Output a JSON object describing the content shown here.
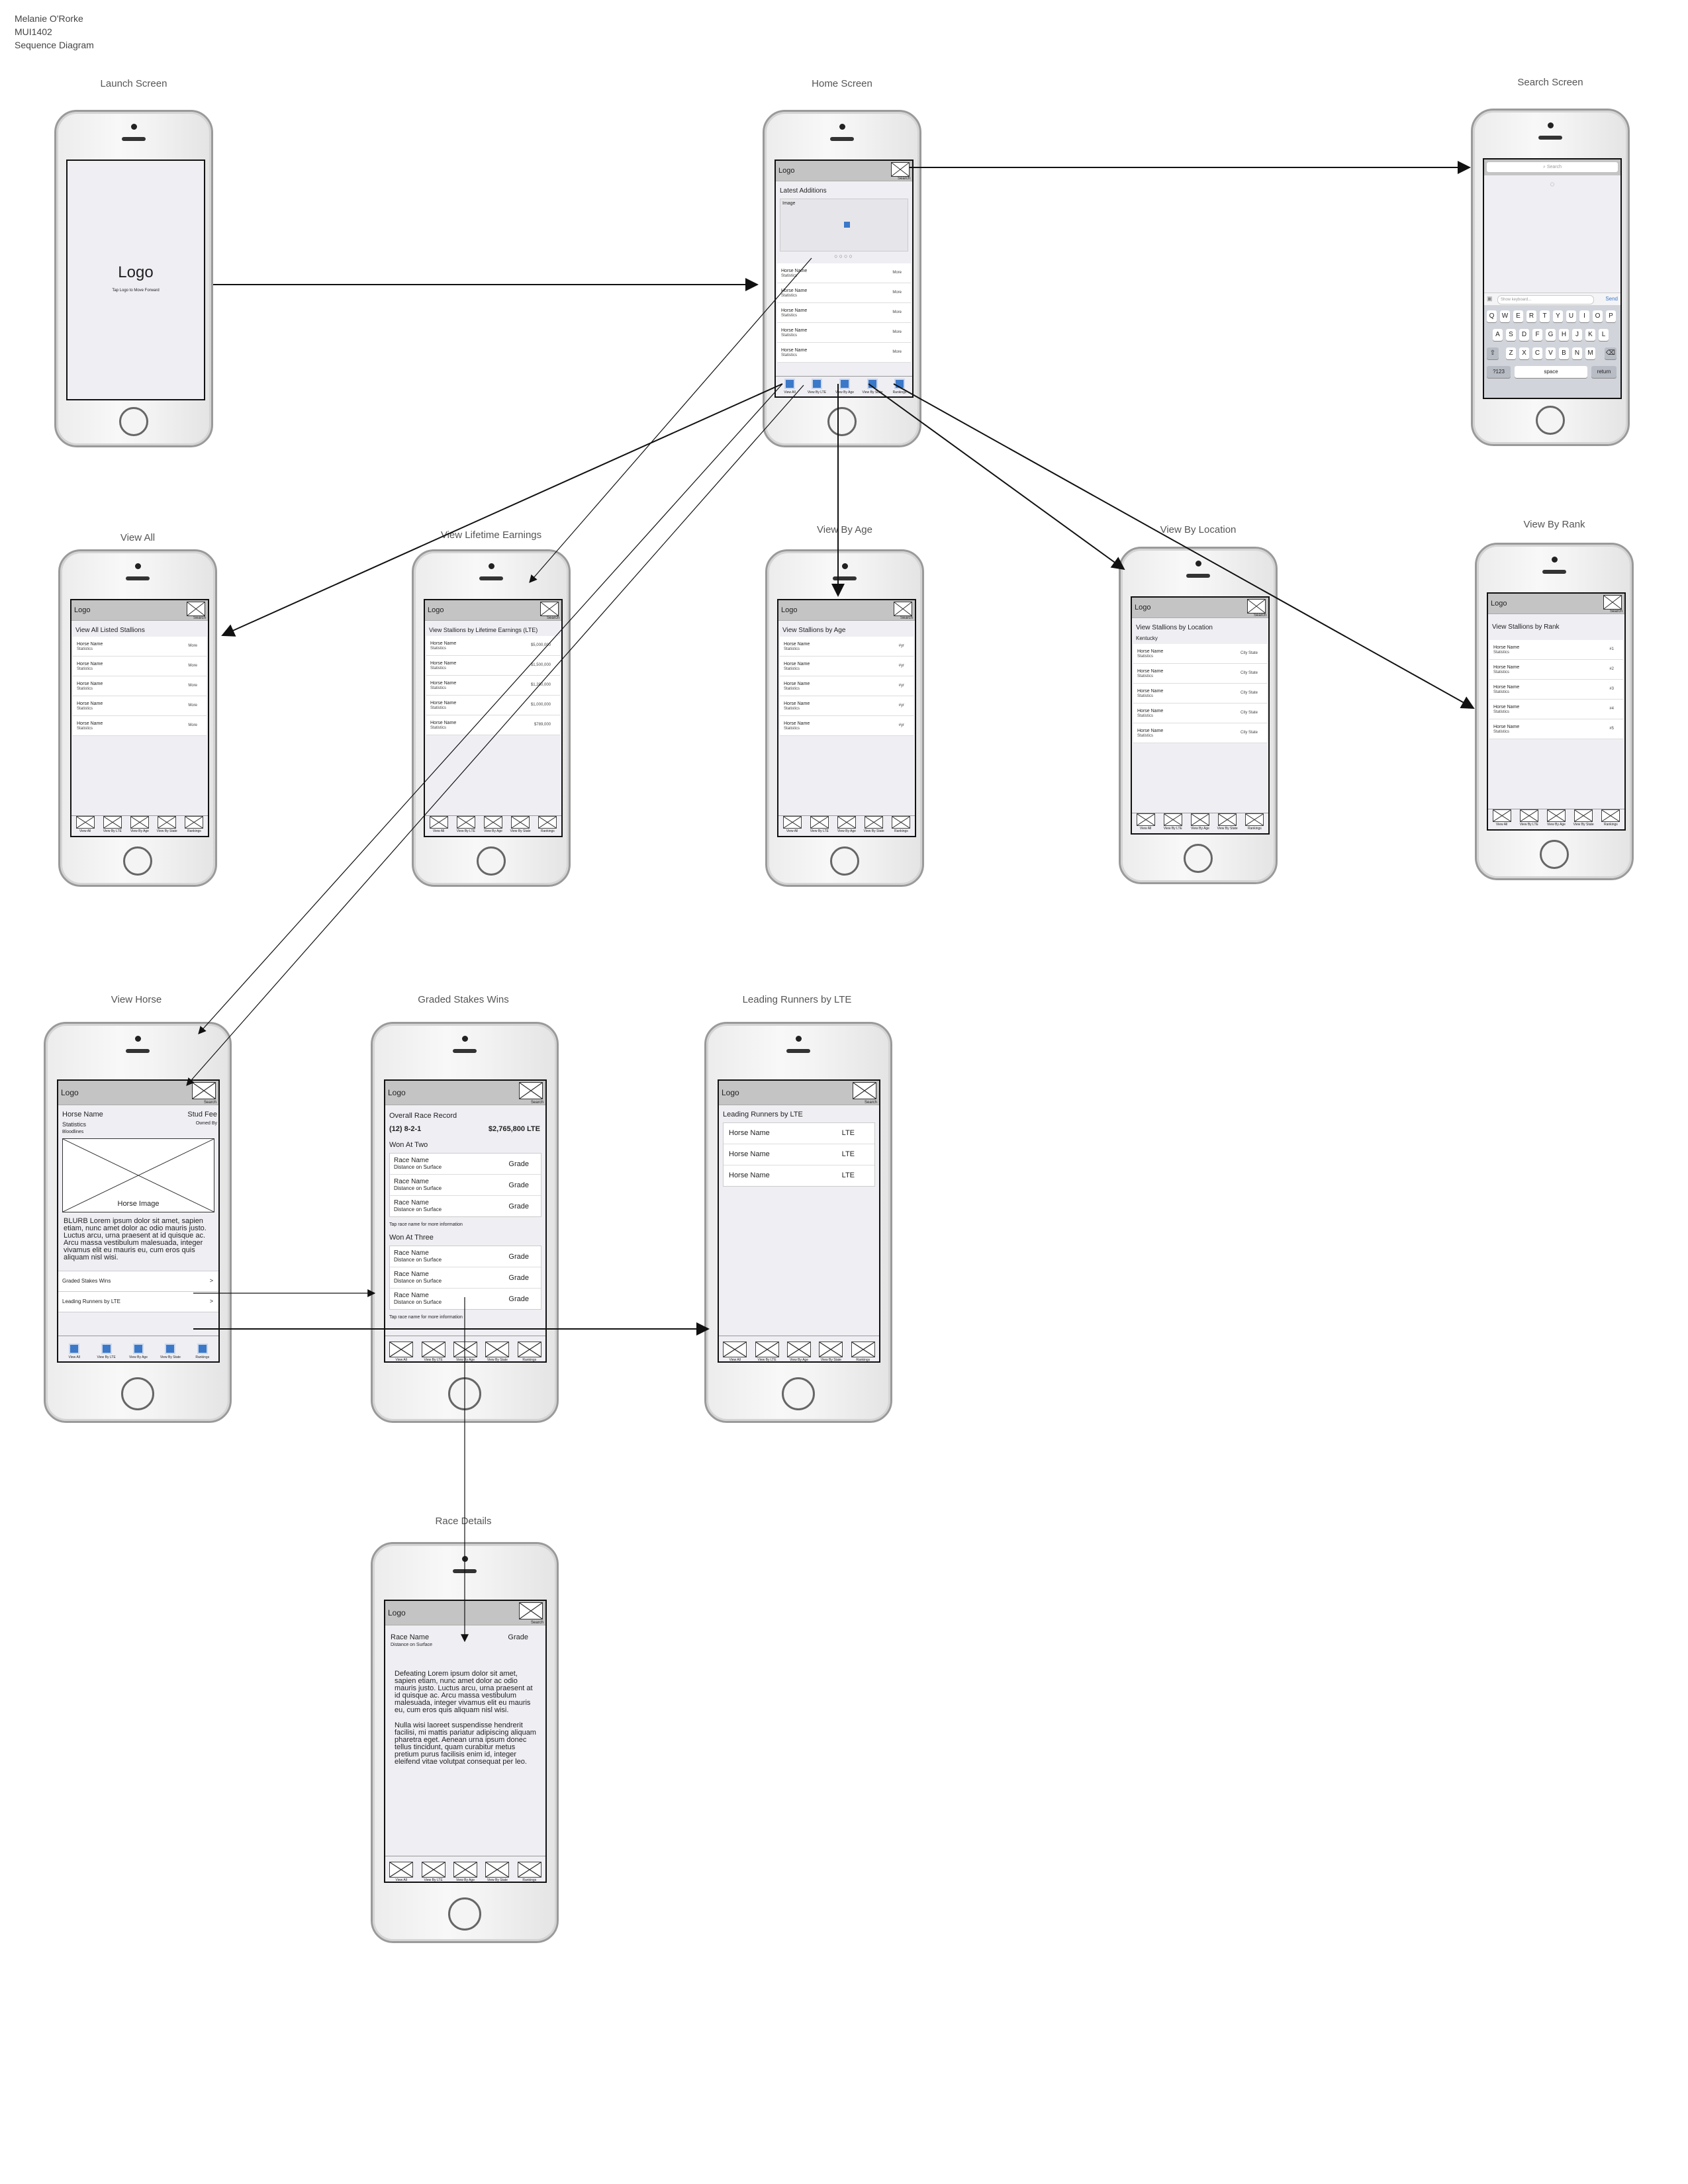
{
  "header": {
    "author": "Melanie O'Rorke",
    "course": "MUI1402",
    "doc_title": "Sequence Diagram"
  },
  "screens": {
    "launch": {
      "title": "Launch Screen",
      "logo": "Logo",
      "hint": "Tap Logo to Move Forward"
    },
    "home": {
      "title": "Home Screen",
      "logo": "Logo",
      "search_label": "Search",
      "section": "Latest Additions",
      "image_label": "Image",
      "rows": [
        {
          "name": "Horse Name",
          "stat": "Statistics",
          "val": "More"
        },
        {
          "name": "Horse Name",
          "stat": "Statistics",
          "val": "More"
        },
        {
          "name": "Horse Name",
          "stat": "Statistics",
          "val": "More"
        },
        {
          "name": "Horse Name",
          "stat": "Statistics",
          "val": "More"
        },
        {
          "name": "Horse Name",
          "stat": "Statistics",
          "val": "More"
        }
      ]
    },
    "search": {
      "title": "Search Screen",
      "placeholder": "Search",
      "keyboard_placeholder": "Show keyboard...",
      "send": "Send",
      "row1": [
        "Q",
        "W",
        "E",
        "R",
        "T",
        "Y",
        "U",
        "I",
        "O",
        "P"
      ],
      "row2": [
        "A",
        "S",
        "D",
        "F",
        "G",
        "H",
        "J",
        "K",
        "L"
      ],
      "row3": [
        "Z",
        "X",
        "C",
        "V",
        "B",
        "N",
        "M"
      ],
      "k123": "?123",
      "space": "space",
      "return": "return"
    },
    "view_all": {
      "title": "View All",
      "section": "View All Listed Stallions",
      "rows": [
        {
          "name": "Horse Name",
          "stat": "Statistics",
          "val": "More"
        },
        {
          "name": "Horse Name",
          "stat": "Statistics",
          "val": "More"
        },
        {
          "name": "Horse Name",
          "stat": "Statistics",
          "val": "More"
        },
        {
          "name": "Horse Name",
          "stat": "Statistics",
          "val": "More"
        },
        {
          "name": "Horse Name",
          "stat": "Statistics",
          "val": "More"
        }
      ]
    },
    "view_lte": {
      "title": "View Lifetime Earnings",
      "section": "View Stallions by Lifetime Earnings (LTE)",
      "rows": [
        {
          "name": "Horse Name",
          "stat": "Statistics",
          "val": "$5,000,000"
        },
        {
          "name": "Horse Name",
          "stat": "Statistics",
          "val": "$1,500,000"
        },
        {
          "name": "Horse Name",
          "stat": "Statistics",
          "val": "$1,200,000"
        },
        {
          "name": "Horse Name",
          "stat": "Statistics",
          "val": "$1,000,000"
        },
        {
          "name": "Horse Name",
          "stat": "Statistics",
          "val": "$789,000"
        }
      ]
    },
    "view_age": {
      "title": "View By Age",
      "section": "View Stallions by Age",
      "rows": [
        {
          "name": "Horse Name",
          "stat": "Statistics",
          "val": "#yr"
        },
        {
          "name": "Horse Name",
          "stat": "Statistics",
          "val": "#yr"
        },
        {
          "name": "Horse Name",
          "stat": "Statistics",
          "val": "#yr"
        },
        {
          "name": "Horse Name",
          "stat": "Statistics",
          "val": "#yr"
        },
        {
          "name": "Horse Name",
          "stat": "Statistics",
          "val": "#yr"
        }
      ]
    },
    "view_location": {
      "title": "View By Location",
      "section": "View Stallions by Location",
      "group": "Kentucky",
      "rows": [
        {
          "name": "Horse Name",
          "stat": "Statistics",
          "val": "City State"
        },
        {
          "name": "Horse Name",
          "stat": "Statistics",
          "val": "City State"
        },
        {
          "name": "Horse Name",
          "stat": "Statistics",
          "val": "City State"
        },
        {
          "name": "Horse Name",
          "stat": "Statistics",
          "val": "City State"
        },
        {
          "name": "Horse Name",
          "stat": "Statistics",
          "val": "City State"
        }
      ]
    },
    "view_rank": {
      "title": "View By Rank",
      "section": "View Stallions by Rank",
      "rows": [
        {
          "name": "Horse Name",
          "stat": "Statistics",
          "val": "#1"
        },
        {
          "name": "Horse Name",
          "stat": "Statistics",
          "val": "#2"
        },
        {
          "name": "Horse Name",
          "stat": "Statistics",
          "val": "#3"
        },
        {
          "name": "Horse Name",
          "stat": "Statistics",
          "val": "#4"
        },
        {
          "name": "Horse Name",
          "stat": "Statistics",
          "val": "#5"
        }
      ]
    },
    "view_horse": {
      "title": "View Horse",
      "horse_name": "Horse Name",
      "stud_fee": "Stud Fee",
      "statistics": "Statistics",
      "owned_by": "Owned By",
      "bloodlines": "Bloodlines",
      "image_label": "Horse Image",
      "blurb": "BLURB Lorem ipsum dolor sit amet, sapien etiam, nunc amet dolor ac odio mauris justo. Luctus arcu, urna praesent at id quisque ac. Arcu massa vestibulum malesuada, integer vivamus elit eu mauris eu, cum eros quis aliquam nisl wisi.",
      "link1": "Graded Stakes Wins",
      "link2": "Leading Runners by LTE",
      "chev": ">"
    },
    "graded": {
      "title": "Graded Stakes Wins",
      "record_label": "Overall Race Record",
      "record": "(12) 8-2-1",
      "lte": "$2,765,800 LTE",
      "won_two": "Won At Two",
      "won_three": "Won At Three",
      "tap": "Tap race name for more information",
      "race_name": "Race Name",
      "distance": "Distance on Surface",
      "grade": "Grade"
    },
    "leading": {
      "title": "Leading Runners by LTE",
      "section": "Leading Runners by LTE",
      "rows": [
        {
          "name": "Horse Name",
          "val": "LTE"
        },
        {
          "name": "Horse Name",
          "val": "LTE"
        },
        {
          "name": "Horse Name",
          "val": "LTE"
        }
      ]
    },
    "race": {
      "title": "Race Details",
      "race_name": "Race Name",
      "grade": "Grade",
      "distance": "Distance on Surface",
      "p1": "Defeating Lorem ipsum dolor sit amet, sapien etiam, nunc amet dolor ac odio mauris justo. Luctus arcu, urna praesent at id quisque ac. Arcu massa vestibulum malesuada, integer vivamus elit eu mauris eu, cum eros quis aliquam nisl wisi.",
      "p2": "Nulla wisi laoreet suspendisse hendrerit facilisi, mi mattis pariatur adipiscing aliquam pharetra eget. Aenean urna ipsum donec tellus tincidunt, quam curabitur metus pretium purus facilisis enim id, integer eleifend vitae volutpat consequat per leo."
    }
  },
  "tabs": [
    "View All",
    "View By LTE",
    "View By Age",
    "View By State",
    "Rankings"
  ],
  "accent_tab_color": "#3b78c8"
}
